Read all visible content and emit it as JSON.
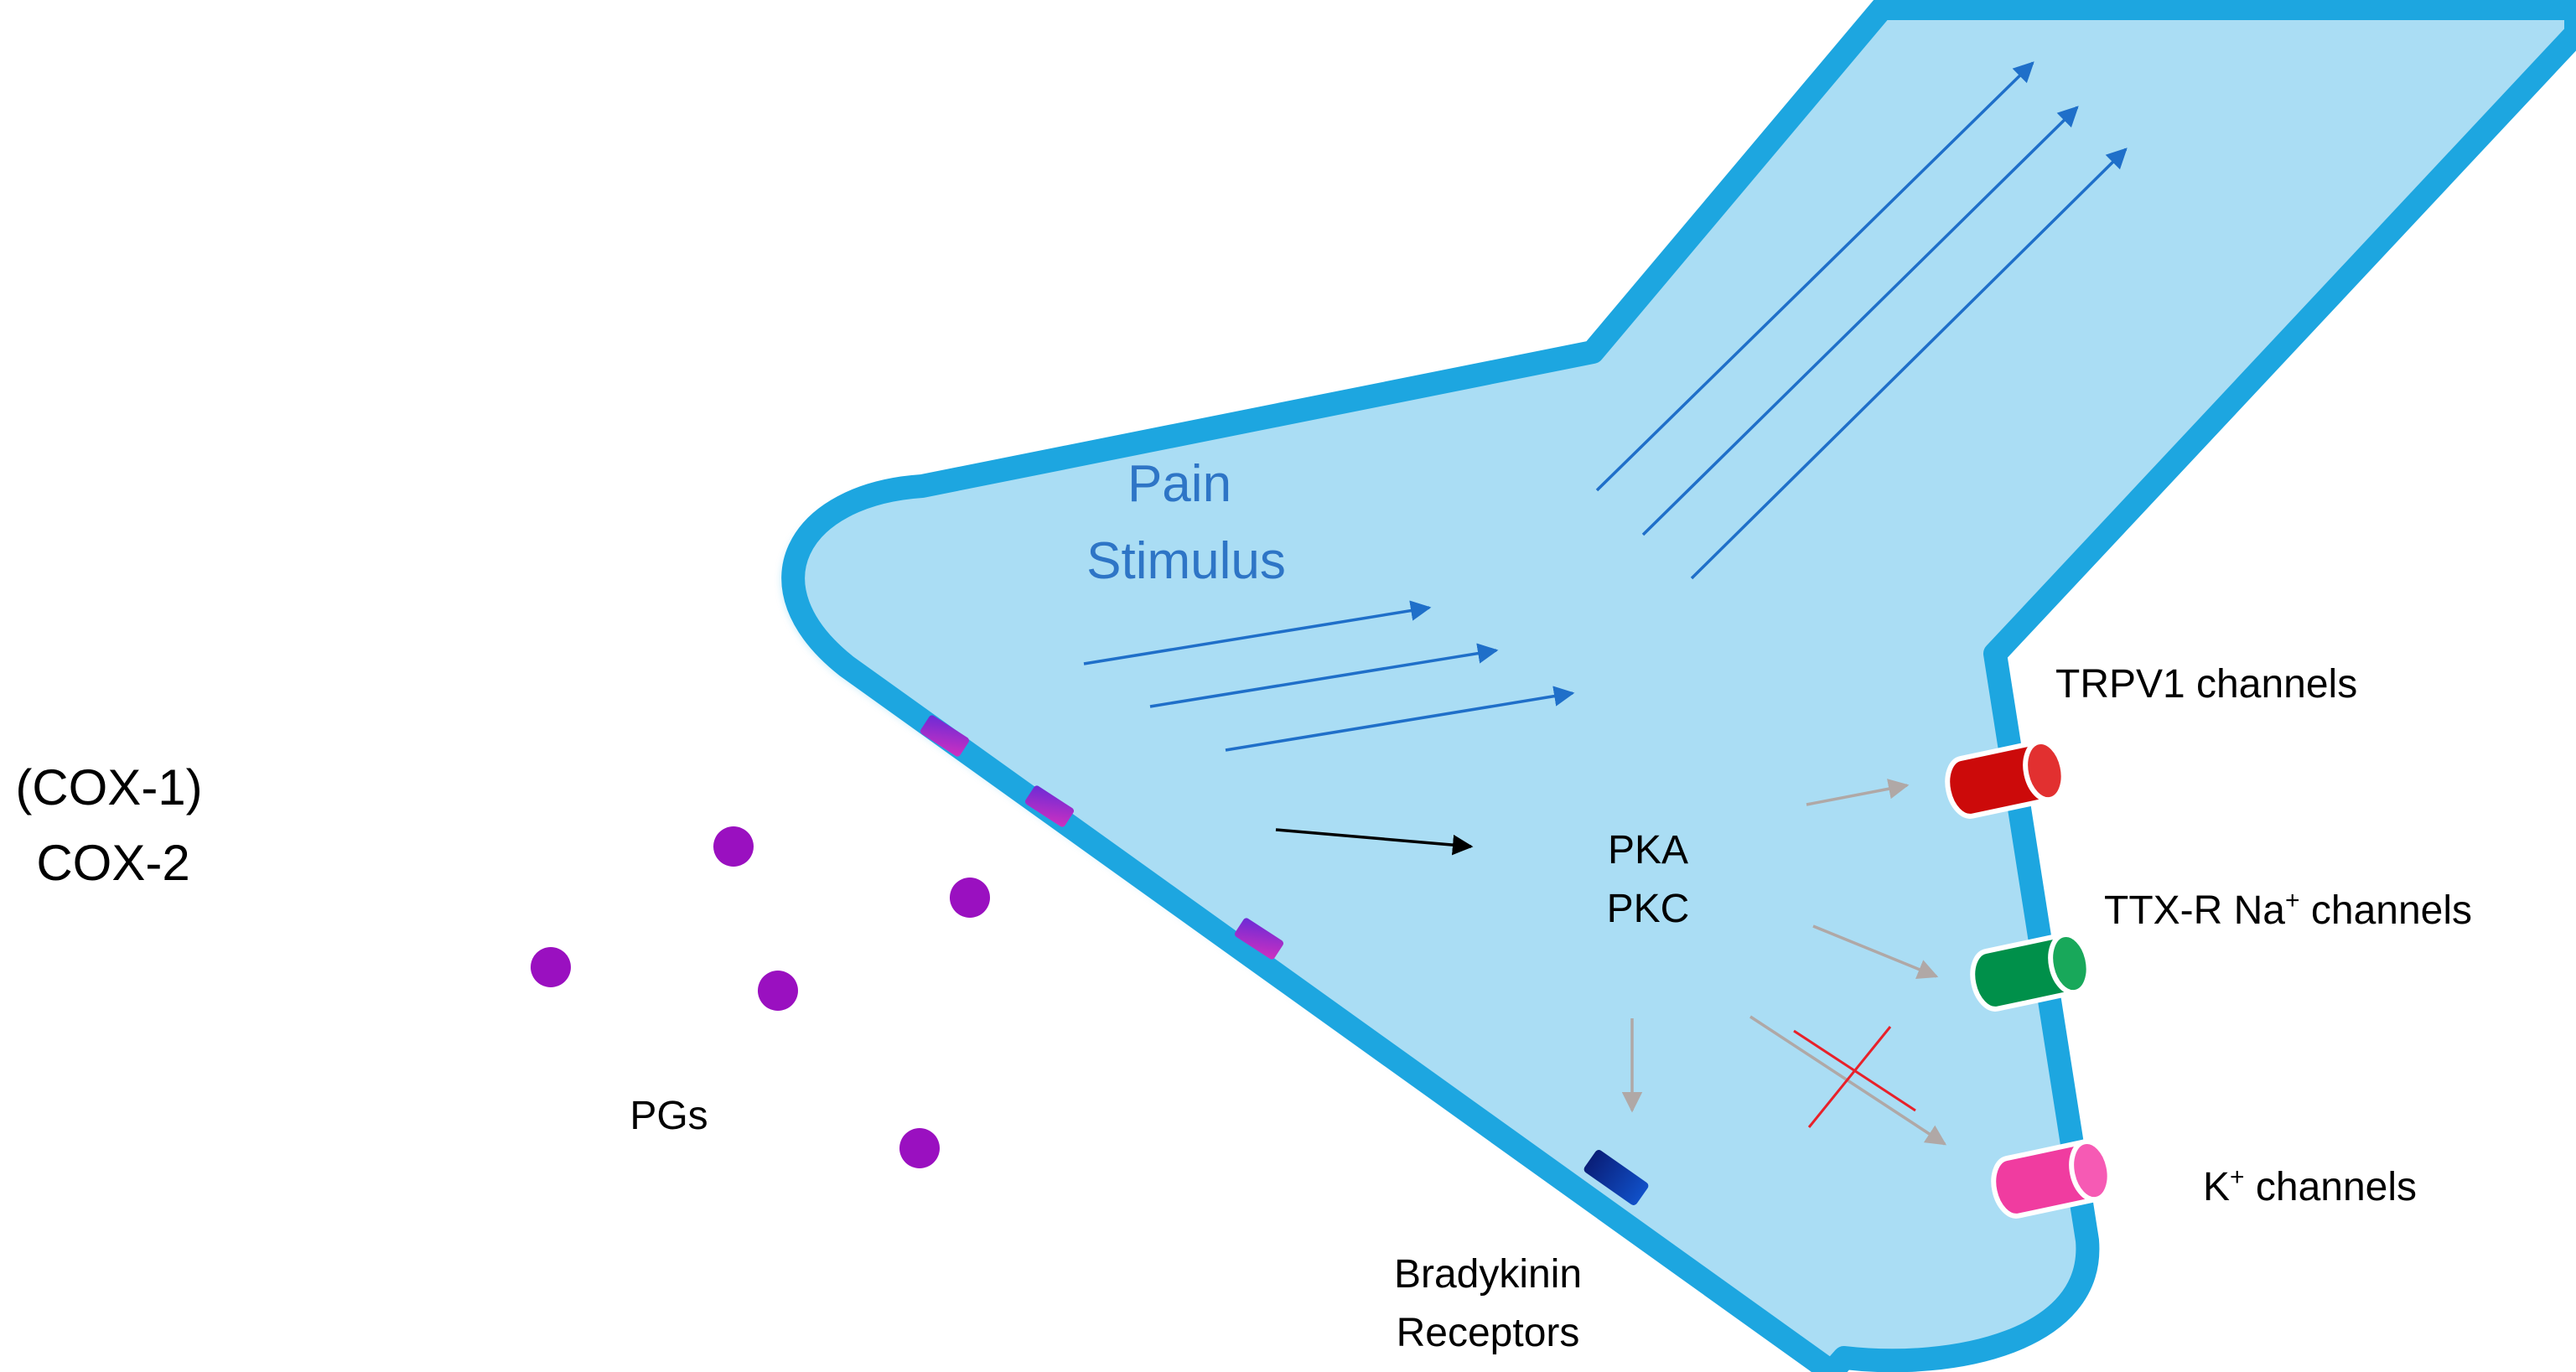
{
  "labels": {
    "cox1": "(COX-1)",
    "cox2": "COX-2",
    "pgs": "PGs",
    "pain_line1": "Pain",
    "pain_line2": "Stimulus",
    "pka": "PKA",
    "pkc": "PKC",
    "trpv1": "TRPV1 channels",
    "ttx_base": "TTX-R Na",
    "ttx_sup": "+",
    "ttx_end": " channels",
    "k_base": "K",
    "k_sup": "+",
    "k_end": " channels",
    "bradykinin_line1": "Bradykinin",
    "bradykinin_line2": "Receptors"
  },
  "colors": {
    "cytoplasm": "#AADDF4",
    "membrane": "#1DA6E0",
    "stimulus_arrow": "#1F6FC9",
    "pka_arrow": "#000000",
    "effect_arrow": "#B0A8A6",
    "inhibit_cross": "#E8212A",
    "pg_dot": "#9A10C0",
    "trpv1_channel": "#CC0A0A",
    "nav_channel": "#00904A",
    "k_channel": "#F03CA0",
    "receptor_pg": "#A61EC2",
    "receptor_bradykinin": "#0B2E8F"
  },
  "icons": {
    "channels": [
      "cylinder-channel-icon",
      "cylinder-channel-icon",
      "cylinder-channel-icon"
    ],
    "receptors": [
      "membrane-receptor-icon",
      "membrane-receptor-icon",
      "membrane-receptor-icon",
      "membrane-receptor-icon"
    ],
    "pg_molecules": [
      "molecule-dot-icon",
      "molecule-dot-icon",
      "molecule-dot-icon",
      "molecule-dot-icon",
      "molecule-dot-icon",
      "molecule-dot-icon"
    ]
  }
}
